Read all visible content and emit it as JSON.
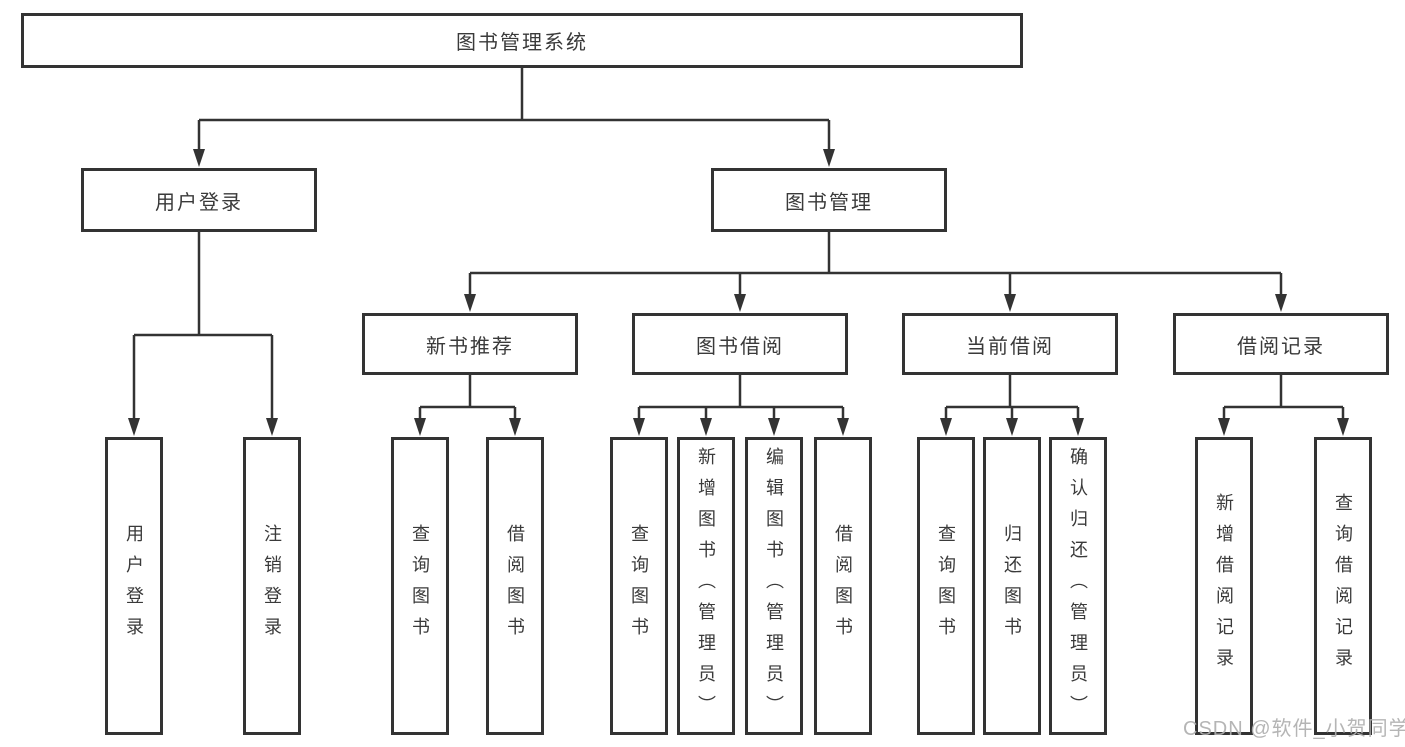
{
  "diagram": {
    "root": {
      "label": "图书管理系统"
    },
    "children": [
      {
        "label": "用户登录",
        "children": [
          {
            "label": "用户登录"
          },
          {
            "label": "注销登录"
          }
        ]
      },
      {
        "label": "图书管理",
        "children": [
          {
            "label": "新书推荐",
            "children": [
              {
                "label": "查询图书"
              },
              {
                "label": "借阅图书"
              }
            ]
          },
          {
            "label": "图书借阅",
            "children": [
              {
                "label": "查询图书"
              },
              {
                "label": "新增图书（管理员）"
              },
              {
                "label": "编辑图书（管理员）"
              },
              {
                "label": "借阅图书"
              }
            ]
          },
          {
            "label": "当前借阅",
            "children": [
              {
                "label": "查询图书"
              },
              {
                "label": "归还图书"
              },
              {
                "label": "确认归还（管理员）"
              }
            ]
          },
          {
            "label": "借阅记录",
            "children": [
              {
                "label": "新增借阅记录"
              },
              {
                "label": "查询借阅记录"
              }
            ]
          }
        ]
      }
    ]
  },
  "watermark": {
    "text": "CSDN @软件_小贺同学"
  },
  "style": {
    "line_color": "#333333",
    "box_border_color": "#333333",
    "box_fill": "#ffffff",
    "text_color": "#3a3a3a",
    "watermark_color": "#afafaf"
  }
}
